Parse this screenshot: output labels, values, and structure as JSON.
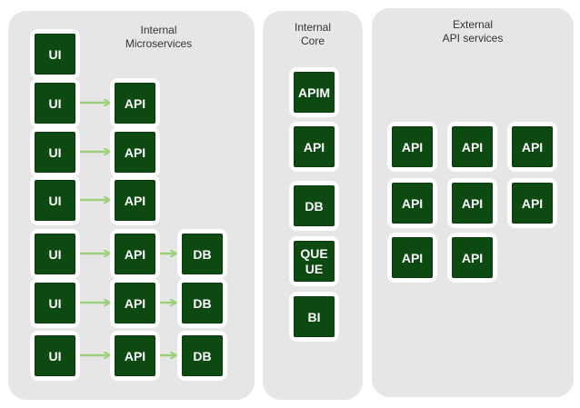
{
  "colors": {
    "panel": "#e6e6e6",
    "box_fill": "#0d4a12",
    "box_border": "#ffffff",
    "arrow": "#9ccf7a",
    "text": "#333333"
  },
  "panels": {
    "internal_microservices": {
      "title_line1": "Internal",
      "title_line2": "Microservices"
    },
    "internal_core": {
      "title_line1": "Internal",
      "title_line2": "Core"
    },
    "external_api": {
      "title_line1": "External",
      "title_line2": "API services"
    }
  },
  "microservices": {
    "top_ui": "UI",
    "rows": [
      {
        "ui": "UI",
        "api": "API",
        "db": ""
      },
      {
        "ui": "UI",
        "api": "API",
        "db": ""
      },
      {
        "ui": "UI",
        "api": "API",
        "db": ""
      },
      {
        "ui": "UI",
        "api": "API",
        "db": "DB"
      },
      {
        "ui": "UI",
        "api": "API",
        "db": "DB"
      },
      {
        "ui": "UI",
        "api": "API",
        "db": "DB"
      }
    ]
  },
  "core": {
    "items": [
      "APIM",
      "API",
      "DB",
      "QUE UE",
      "BI"
    ]
  },
  "external": {
    "row1": [
      "API",
      "API",
      "API"
    ],
    "row2": [
      "API",
      "API",
      "API"
    ],
    "row3": [
      "API",
      "API"
    ]
  }
}
